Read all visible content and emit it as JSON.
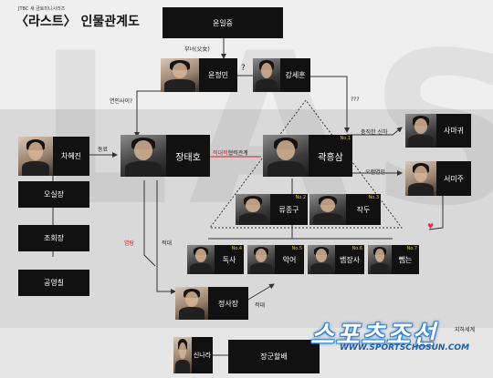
{
  "header": {
    "channel": "JTBC 새 금토미니시리즈",
    "title": "〈라스트〉 인물관계도"
  },
  "watermark": "LAST",
  "nodes": {
    "yoon_ilju": "윤일중",
    "yoon_jeongmin": "윤정민",
    "kang_sehun": "강세훈",
    "jang_taeho": "장태호",
    "kwak_heungsam": "곽흥삼",
    "kwak_num": "No.1",
    "cha_hyejin": "차혜진",
    "oh_sijang": "오실장",
    "jo_hoejang": "조회장",
    "gong_yeongchil": "공영칠",
    "sa_mawi": "사마귀",
    "seo_miju": "서미주",
    "ryu_jonggu": "류종구",
    "ryu_num": "No.2",
    "jakdu": "작두",
    "jakdu_num": "No.3",
    "doksa": "독사",
    "doksa_num": "No.4",
    "akeo": "악어",
    "akeo_num": "No.5",
    "baemjangsa": "뱀장사",
    "baem_num": "No.6",
    "ppaengi": "뺌는",
    "ppaengi_num": "No.7",
    "jeong_sajang": "정사장",
    "shin_nara": "신나라",
    "jang_gunhak": "장군할배"
  },
  "labels": {
    "father_daughter": "부녀(父女)",
    "question": "?",
    "lovers_q": "연인사이?",
    "triple_q": "???",
    "colleague": "동료",
    "hostile": "적대적",
    "cooperation": "협력관계",
    "loyal_vassal": "충직한 신하",
    "old_lover": "오랜연인",
    "spy": "염탐",
    "hostile1": "적대",
    "hostile2": "적대",
    "underworld": "지하세계"
  },
  "brand": {
    "logo": "스포츠조선",
    "url": "WWW.SPORTSCHOSUN.COM"
  },
  "colors": {
    "box": "#111111",
    "accent_red": "#d0202a",
    "brand_blue": "#2a7fd0",
    "rank_gold": "#e8c252"
  }
}
